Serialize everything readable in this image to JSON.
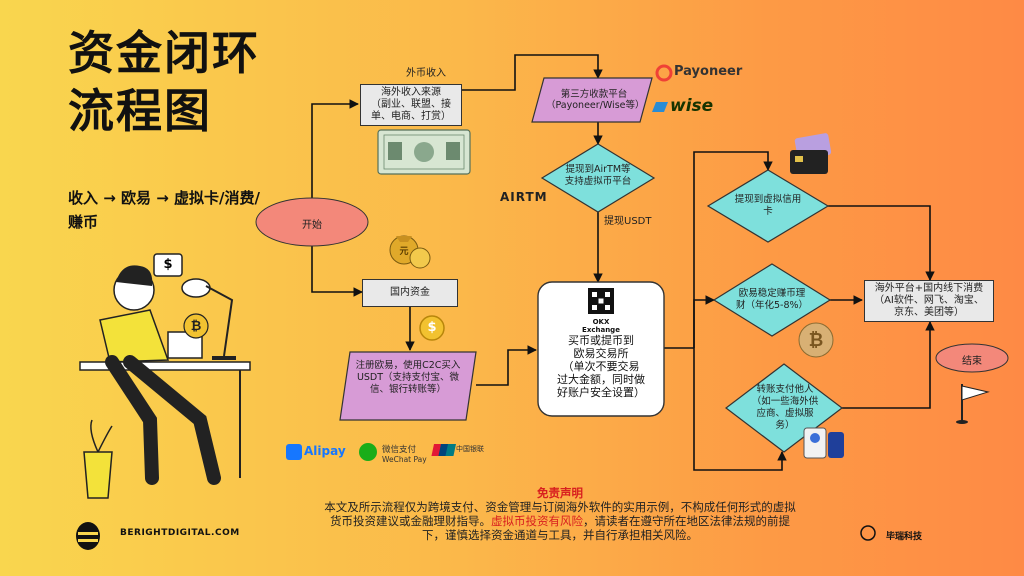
{
  "title_line1": "资金闭环",
  "title_line2": "流程图",
  "subtitle": "收入 → 欧易 → 虚拟卡/消费/赚币",
  "nodes": {
    "start": "开始",
    "overseas_income": "海外收入来源\n（副业、联盟、接单、电商、打赏）",
    "third_party": "第三方收款平台\n（Payoneer/Wise等）",
    "withdraw_airtm": "提现到AirTM等\n支持虚拟币平台",
    "domestic_funds": "国内资金",
    "register_okx": "注册欧易，使用C2C买入USDT（支持支付宝、微信、银行转账等）",
    "exchange": "买币或提币到\n欧易交易所\n（单次不要交易\n过大金额，同时做\n好账户安全设置）",
    "okx_label": "OKX Exchange",
    "virtual_card": "提现到虚拟信用\n卡",
    "stable_earn": "欧易稳定赚币理\n财（年化5-8%）",
    "transfer_pay": "转账支付他人\n（如一些海外供\n应商、虚拟服\n务）",
    "spend": "海外平台+国内线下消费\n（AI软件、网飞、淘宝、京东、美团等）",
    "end": "结束"
  },
  "edges": {
    "foreign_income": "外币收入",
    "withdraw_usdt": "提现USDT"
  },
  "brands": {
    "payoneer": "Payoneer",
    "wise": "wise",
    "airtm": "AIRTM",
    "alipay": "Alipay",
    "wechat_cn": "微信支付",
    "wechat_en": "WeChat Pay",
    "unionpay": "中国银联"
  },
  "disclaimer": {
    "heading": "免责声明",
    "line1": "本文及所示流程仅为跨境支付、资金管理与订阅海外软件的实用示例，不构成任何形式的虚拟",
    "line2a": "货币投资建议或金融理财指导。",
    "line2b": "虚拟币投资有风险",
    "line2c": "，请读者在遵守所在地区法律法规的前提",
    "line3": "下，谨慎选择资金通道与工具，并自行承担相关风险。"
  },
  "footer": {
    "site": "BERIGHTDIGITAL.COM",
    "copyright_name": "毕瑞科技"
  },
  "icons": {
    "dollar_speech": "$",
    "coin_yuan": "元",
    "coin_dollar": "$",
    "bitcoin": "₿"
  },
  "colors": {
    "diamond": "#7ee0dc",
    "parallelogram": "#d79bd6",
    "oval": "#f3887a",
    "rect": "#e9e9e9"
  }
}
